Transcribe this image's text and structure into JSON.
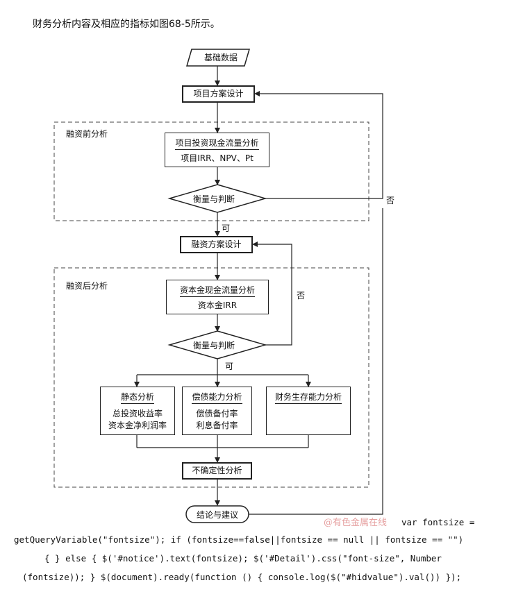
{
  "intro_text": "财务分析内容及相应的指标如图68-5所示。",
  "flowchart": {
    "start": "基础数据",
    "project_design": "项目方案设计",
    "pre_financing_group": "融资前分析",
    "pre_box_title": "项目投资现金流量分析",
    "pre_box_sub": "项目IRR、NPV、Pt",
    "decision_1": "衡量与判断",
    "no_label_1": "否",
    "yes_label_1": "可",
    "financing_design": "融资方案设计",
    "post_financing_group": "融资后分析",
    "post_box_title": "资本金现金流量分析",
    "post_box_sub": "资本金IRR",
    "decision_2": "衡量与判断",
    "no_label_2": "否",
    "yes_label_2": "可",
    "static_title": "静态分析",
    "static_line1": "总投资收益率",
    "static_line2": "资本金净利润率",
    "debt_title": "偿债能力分析",
    "debt_line1": "偿债备付率",
    "debt_line2": "利息备付率",
    "survival_title": "财务生存能力分析",
    "uncertainty": "不确定性分析",
    "end": "结论与建议"
  },
  "watermark": "@有色金属在线",
  "code_lines": [
    "var fontsize =",
    "getQueryVariable(\"fontsize\"); if (fontsize==false||fontsize == null || fontsize == \"\")",
    "{ } else { $('#notice').text(fontsize); $('#Detail').css(\"font-size\", Number",
    "(fontsize)); } $(document).ready(function () { console.log($(\"#hidvalue\").val()) });"
  ]
}
